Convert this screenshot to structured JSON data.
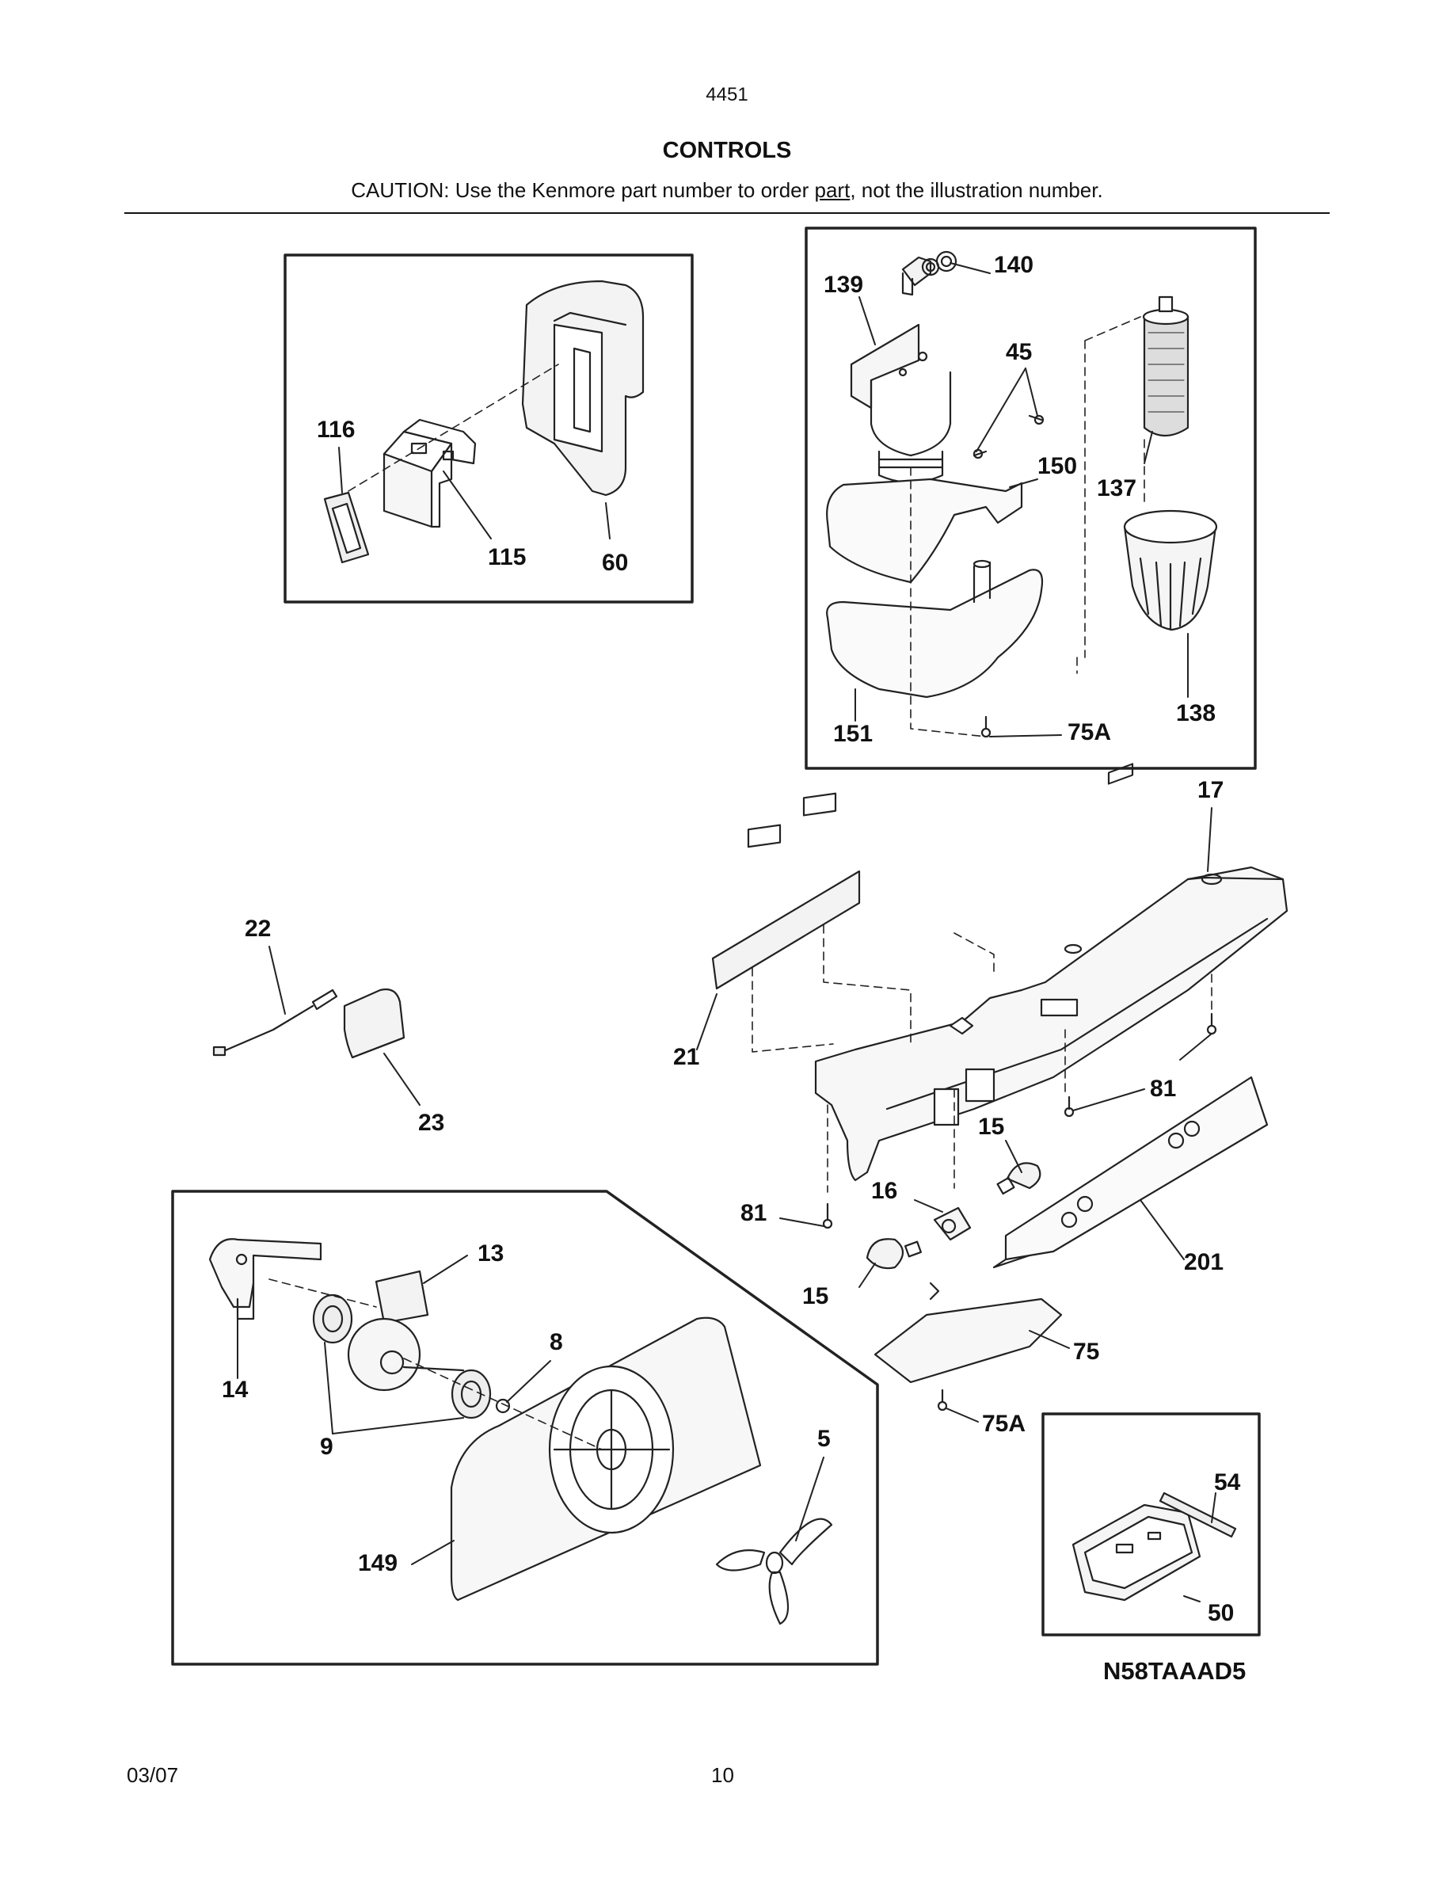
{
  "header": {
    "model": "4451",
    "title": "CONTROLS",
    "caution_pre": "CAUTION: Use the Kenmore part number to order ",
    "caution_link": "part",
    "caution_post": ", not the illustration number."
  },
  "diagram": {
    "code": "N58TAAAD5",
    "callouts": [
      "116",
      "115",
      "60",
      "140",
      "139",
      "45",
      "150",
      "137",
      "138",
      "151",
      "75A",
      "17",
      "22",
      "21",
      "23",
      "81",
      "15",
      "16",
      "81",
      "201",
      "15",
      "75",
      "75A",
      "13",
      "8",
      "14",
      "9",
      "5",
      "149",
      "54",
      "50"
    ]
  },
  "footer": {
    "date": "03/07",
    "page": "10"
  }
}
